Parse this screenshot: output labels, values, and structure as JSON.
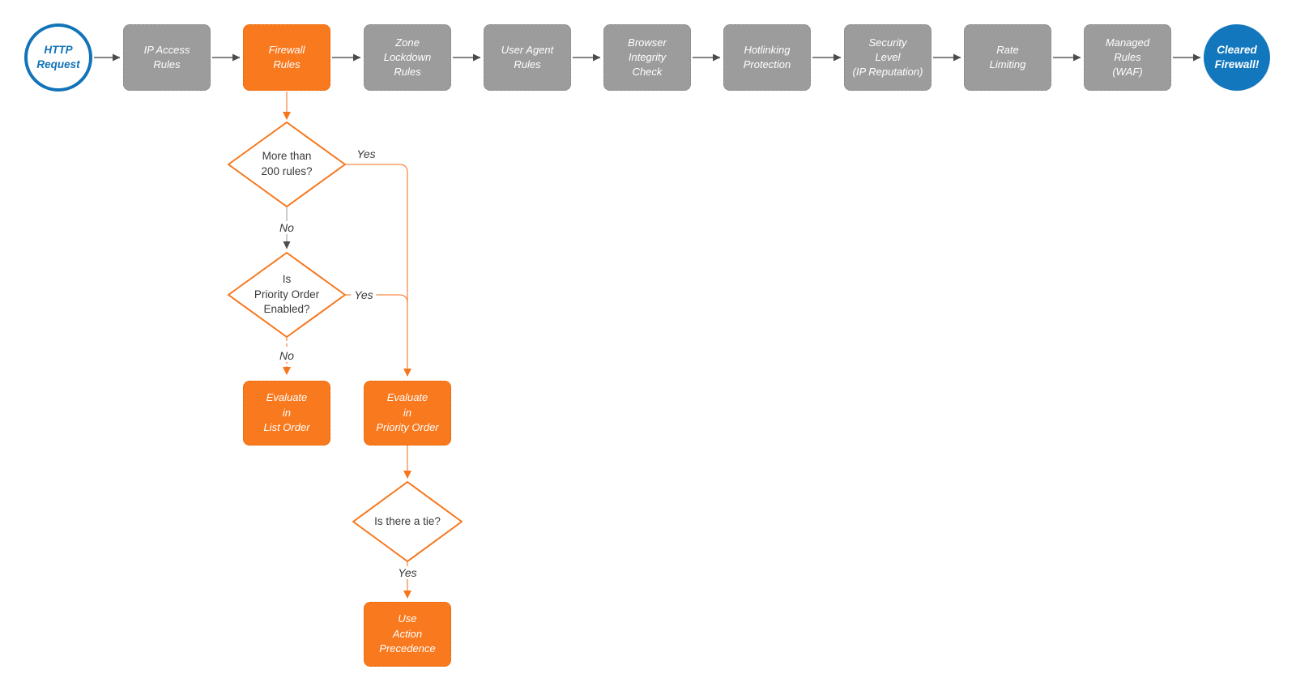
{
  "flow": {
    "start": {
      "label": "HTTP\nRequest"
    },
    "steps": [
      {
        "label": "IP Access\nRules"
      },
      {
        "label": "Firewall\nRules"
      },
      {
        "label": "Zone\nLockdown\nRules"
      },
      {
        "label": "User Agent\nRules"
      },
      {
        "label": "Browser\nIntegrity\nCheck"
      },
      {
        "label": "Hotlinking\nProtection"
      },
      {
        "label": "Security\nLevel\n(IP Reputation)"
      },
      {
        "label": "Rate\nLimiting"
      },
      {
        "label": "Managed\nRules\n(WAF)"
      }
    ],
    "end": {
      "label": "Cleared\nFirewall!"
    },
    "firewall_branch": {
      "decisions": [
        {
          "label": "More than\n200 rules?"
        },
        {
          "label": "Is\nPriority Order\nEnabled?"
        },
        {
          "label": "Is there a tie?"
        }
      ],
      "actions": [
        {
          "label": "Evaluate\nin\nList Order"
        },
        {
          "label": "Evaluate\nin\nPriority Order"
        },
        {
          "label": "Use\nAction\nPrecedence"
        }
      ],
      "edge_labels": [
        {
          "text": "Yes"
        },
        {
          "text": "No"
        },
        {
          "text": "Yes"
        },
        {
          "text": "No"
        },
        {
          "text": "Yes"
        }
      ]
    }
  },
  "colors": {
    "process_gray": "#9C9C9C",
    "highlight_orange": "#F8791E",
    "terminal_blue_border": "#1273B8",
    "terminal_blue_fill": "#1277BD",
    "connector_dark": "#5C5C5C",
    "connector_orange": "#F68B4B",
    "diamond_stroke": "#F7761B",
    "text_white": "#FFFFFF",
    "text_dark": "#3A3A3A"
  }
}
